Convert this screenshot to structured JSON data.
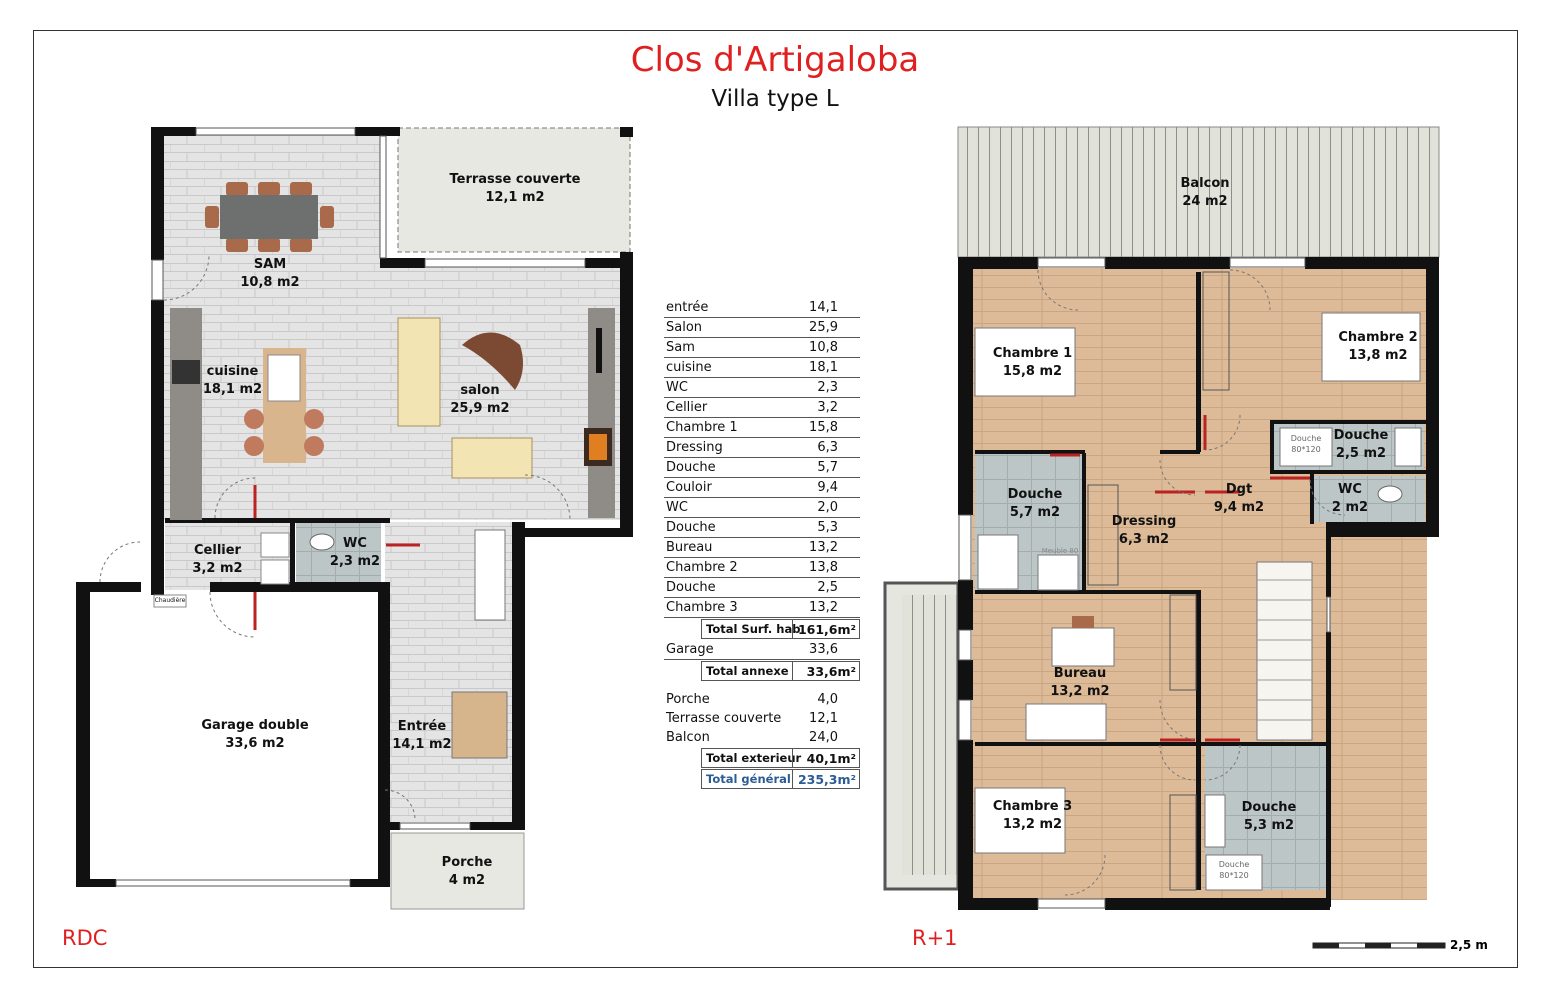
{
  "title": "Clos d'Artigaloba",
  "subtitle": "Villa type L",
  "levels": {
    "ground": "RDC",
    "upper": "R+1"
  },
  "scale_label": "2,5 m",
  "colors": {
    "title": "#e02020",
    "wall": "#111111",
    "tile": "#e3e3e3",
    "wood": "#dcb996",
    "bath": "#b9c4c4",
    "terrace": "#e4e6df",
    "balcony": "#d8dbd2"
  },
  "rdc_rooms": {
    "sam": {
      "name": "SAM",
      "area": "10,8 m2"
    },
    "terrasse": {
      "name": "Terrasse couverte",
      "area": "12,1 m2"
    },
    "cuisine": {
      "name": "cuisine",
      "area": "18,1 m2"
    },
    "salon": {
      "name": "salon",
      "area": "25,9 m2"
    },
    "cellier": {
      "name": "Cellier",
      "area": "3,2 m2"
    },
    "wc": {
      "name": "WC",
      "area": "2,3 m2"
    },
    "garage": {
      "name": "Garage double",
      "area": "33,6 m2"
    },
    "entree": {
      "name": "Entrée",
      "area": "14,1 m2"
    },
    "porche": {
      "name": "Porche",
      "area": "4 m2"
    },
    "chaudiere": "Chaudière"
  },
  "r1_rooms": {
    "balcon": {
      "name": "Balcon",
      "area": "24 m2"
    },
    "chambre1": {
      "name": "Chambre 1",
      "area": "15,8 m2"
    },
    "chambre2": {
      "name": "Chambre 2",
      "area": "13,8 m2"
    },
    "douche_small": {
      "name": "Douche",
      "area": "2,5 m2"
    },
    "douche_left": {
      "name": "Douche",
      "area": "5,7 m2"
    },
    "dressing": {
      "name": "Dressing",
      "area": "6,3 m2"
    },
    "dgt": {
      "name": "Dgt",
      "area": "9,4 m2"
    },
    "wc": {
      "name": "WC",
      "area": "2 m2"
    },
    "bureau": {
      "name": "Bureau",
      "area": "13,2 m2"
    },
    "chambre3": {
      "name": "Chambre 3",
      "area": "13,2 m2"
    },
    "douche_bottom": {
      "name": "Douche",
      "area": "5,3 m2"
    },
    "shower_size": "Douche\n80*120",
    "meuble": "Meuble 80"
  },
  "surfaces": {
    "habitable": [
      {
        "name": "entrée",
        "value": "14,1"
      },
      {
        "name": "Salon",
        "value": "25,9"
      },
      {
        "name": " Sam",
        "value": "10,8"
      },
      {
        "name": "cuisine",
        "value": "18,1"
      },
      {
        "name": "WC",
        "value": "2,3"
      },
      {
        "name": "Cellier",
        "value": "3,2"
      },
      {
        "name": "Chambre 1",
        "value": "15,8"
      },
      {
        "name": "Dressing",
        "value": "6,3"
      },
      {
        "name": "Douche",
        "value": "5,7"
      },
      {
        "name": "Couloir",
        "value": "9,4"
      },
      {
        "name": "WC",
        "value": "2,0"
      },
      {
        "name": "Douche",
        "value": "5,3"
      },
      {
        "name": "Bureau",
        "value": "13,2"
      },
      {
        "name": "Chambre 2",
        "value": "13,8"
      },
      {
        "name": "Douche",
        "value": "2,5"
      },
      {
        "name": "Chambre 3",
        "value": "13,2"
      }
    ],
    "total_hab": {
      "label": "Total Surf. hab.",
      "value": "161,6m²"
    },
    "annexe": [
      {
        "name": "Garage",
        "value": "33,6"
      }
    ],
    "total_annexe": {
      "label": "Total annexe",
      "value": "33,6m²"
    },
    "exterieur": [
      {
        "name": "Porche",
        "value": "4,0"
      },
      {
        "name": "Terrasse couverte",
        "value": "12,1"
      },
      {
        "name": "Balcon",
        "value": "24,0"
      }
    ],
    "total_ext": {
      "label": "Total exterieur",
      "value": "40,1m²"
    },
    "total_general": {
      "label": "Total général",
      "value": "235,3m²"
    }
  }
}
